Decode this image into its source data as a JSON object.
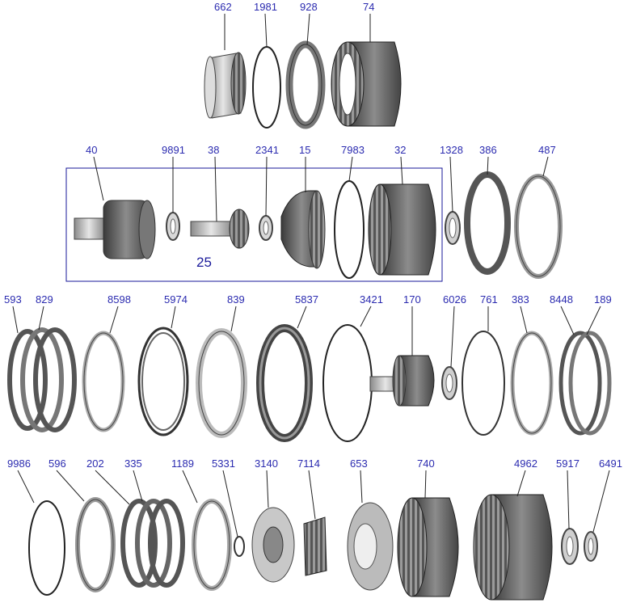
{
  "diagram": {
    "group_label": "25",
    "rows": [
      [
        "662",
        "1981",
        "928",
        "74"
      ],
      [
        "40",
        "9891",
        "38",
        "2341",
        "15",
        "7983",
        "32",
        "1328",
        "386",
        "487"
      ],
      [
        "593",
        "829",
        "8598",
        "5974",
        "839",
        "5837",
        "3421",
        "170",
        "6026",
        "761",
        "383",
        "8448",
        "189"
      ],
      [
        "9986",
        "596",
        "202",
        "335",
        "1189",
        "5331",
        "3140",
        "7114",
        "653",
        "740",
        "4962",
        "5917",
        "6491"
      ]
    ]
  },
  "colors": {
    "label": "#2b2bb0",
    "group_box": "#1a1a9a",
    "metal_light": "#cfcfcf",
    "metal_dark": "#555555",
    "friction": "#6a6a6a"
  }
}
